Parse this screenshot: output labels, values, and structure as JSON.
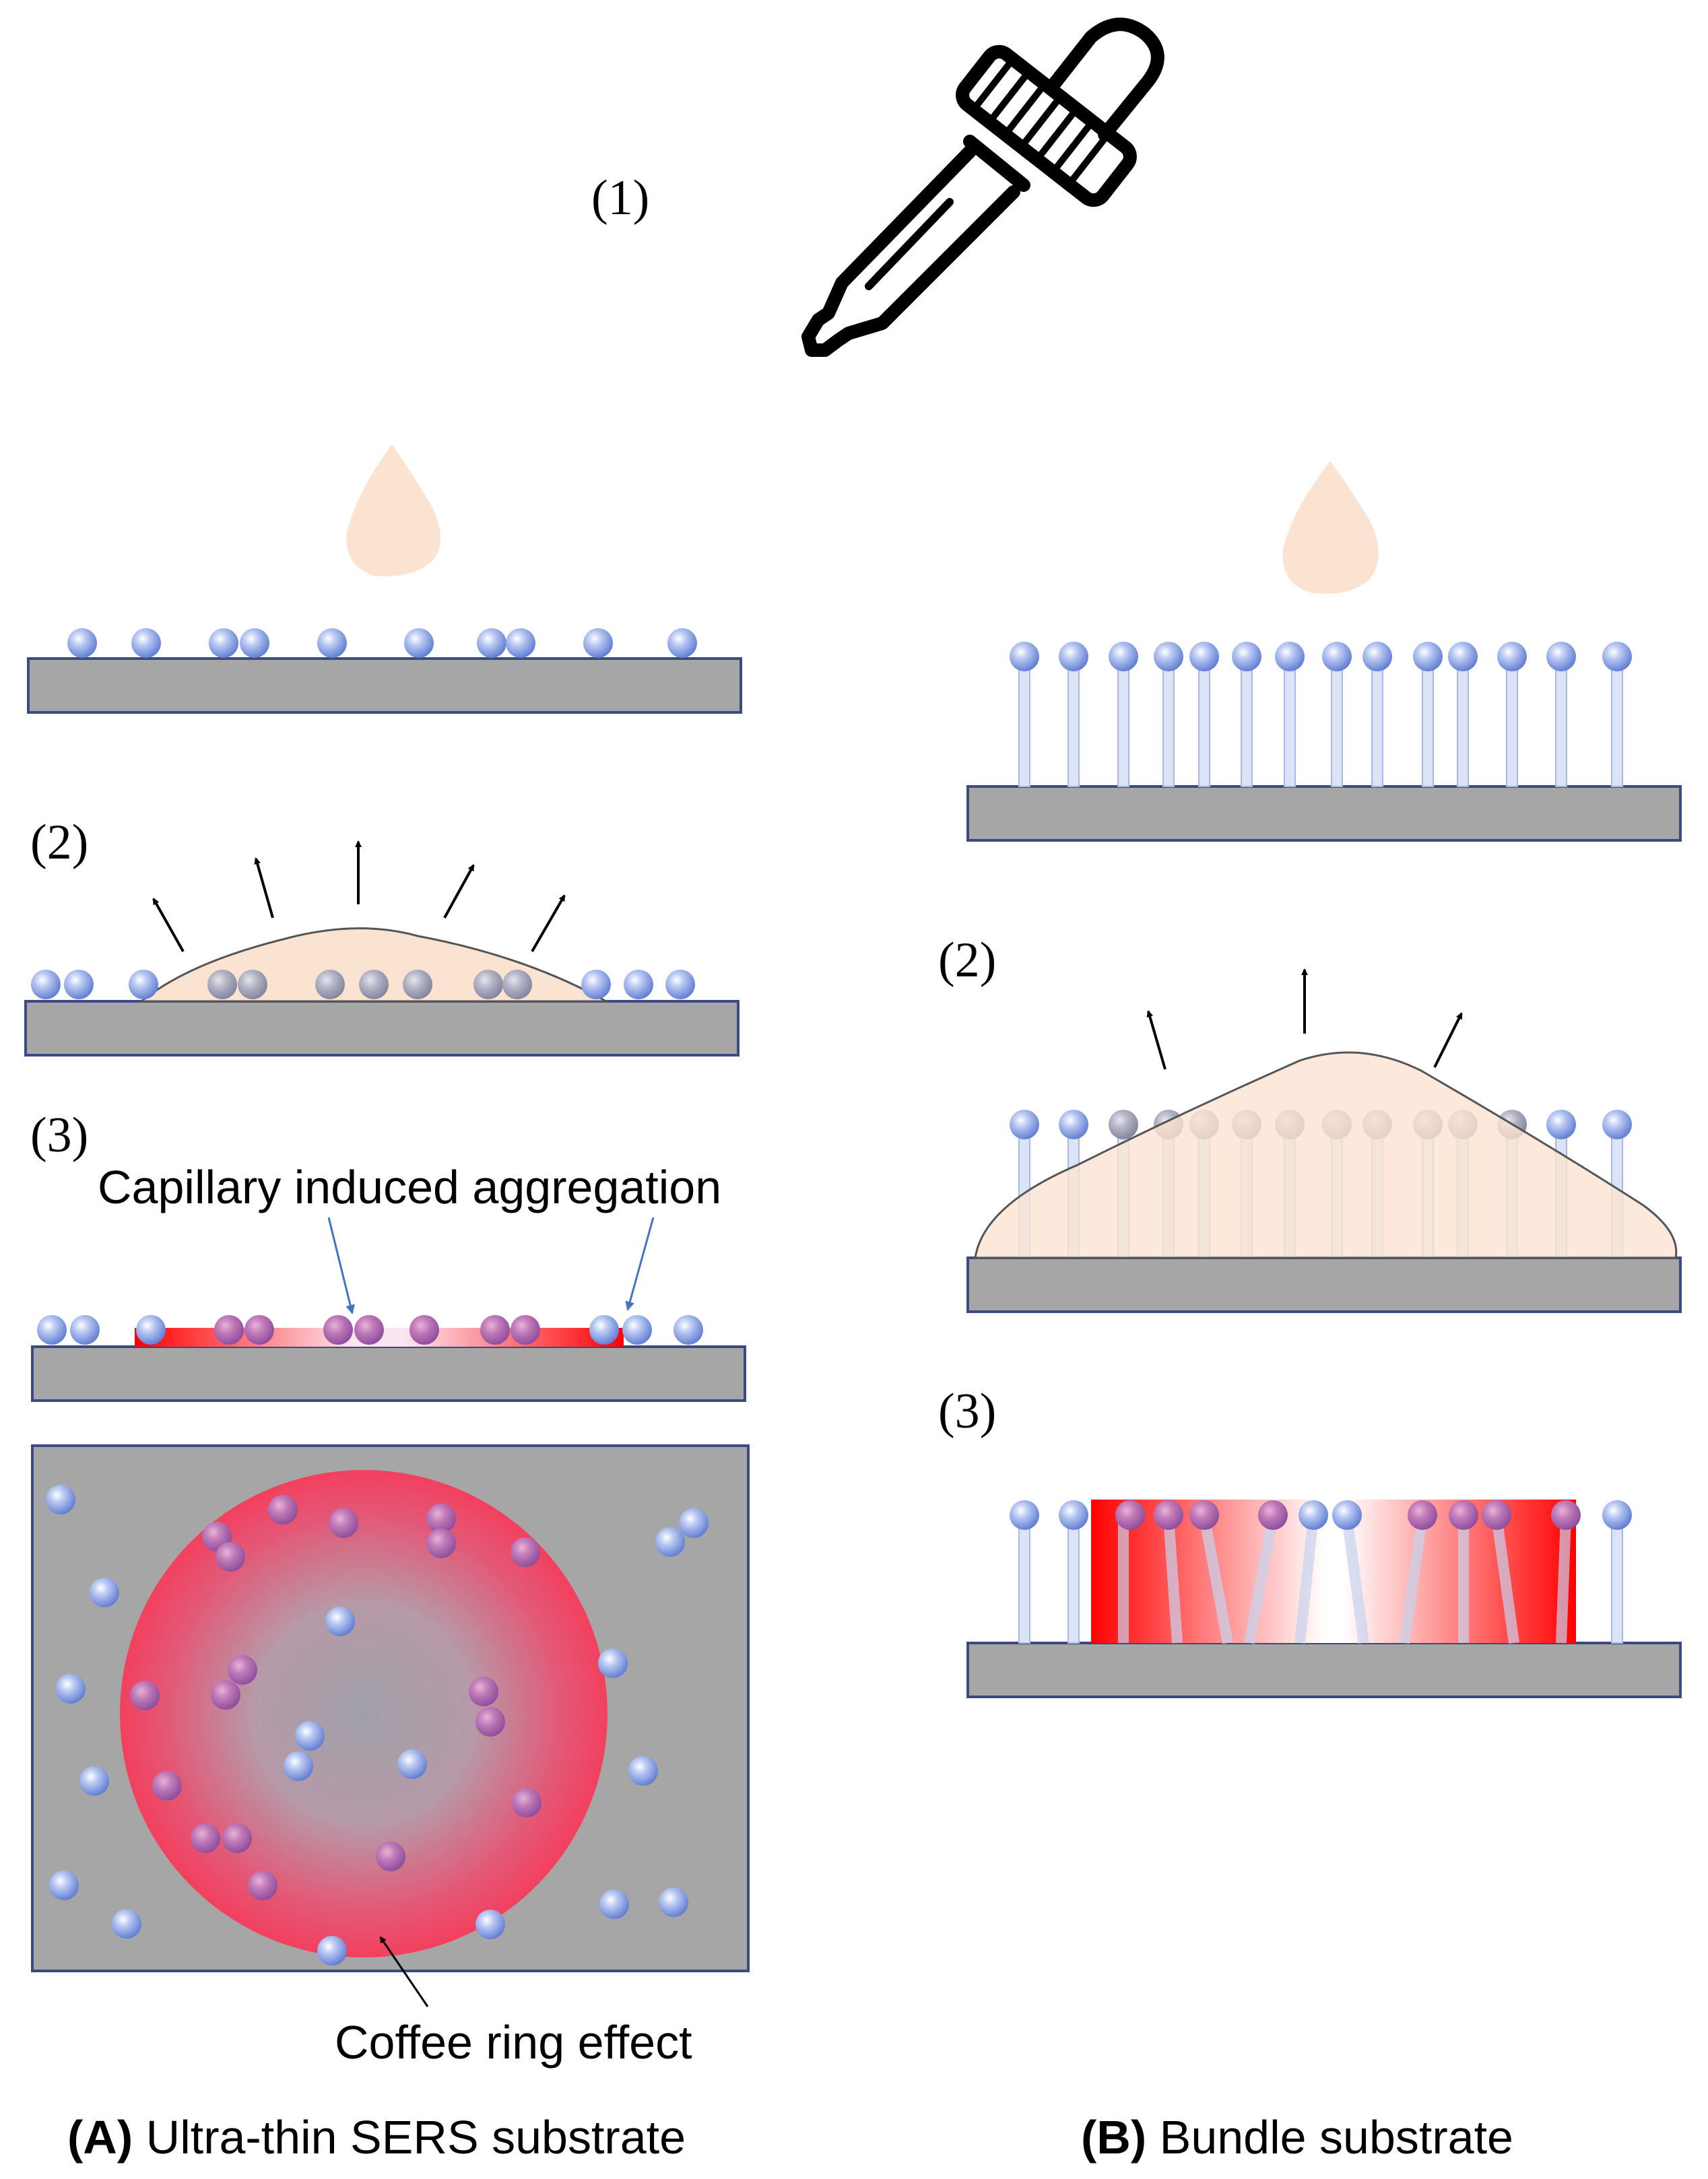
{
  "step_labels": {
    "one": "(1)",
    "a_two": "(2)",
    "a_three": "(3)",
    "b_two": "(2)",
    "b_three": "(3)"
  },
  "annotations": {
    "capillary": "Capillary induced aggregation",
    "coffee_ring": "Coffee ring effect"
  },
  "captions": {
    "a_letter": "(A)",
    "a_text": " Ultra-thin SERS substrate",
    "b_letter": "(B)",
    "b_text": " Bundle substrate"
  },
  "colors": {
    "substrate": "#a6a6a6",
    "substrate_edge": "#3b4a80",
    "droplet": "#fbe3d2",
    "particle": "#8aa4e6",
    "pillar": "#dbe4f6",
    "hotspot": "#ff0000",
    "arrow": "#000000",
    "pointer": "#4472c4"
  }
}
